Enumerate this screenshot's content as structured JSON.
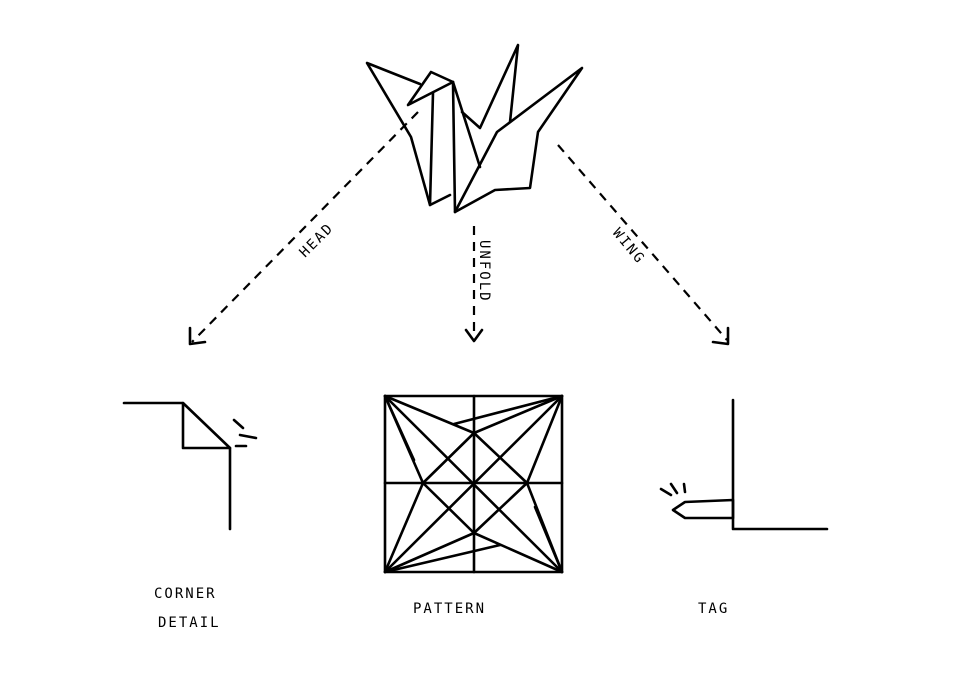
{
  "arrows": {
    "head": "HEAD",
    "unfold": "UNFOLD",
    "wing": "WING"
  },
  "captions": {
    "corner_line1": "CORNER",
    "corner_line2": "DETAIL",
    "pattern": "PATTERN",
    "tag": "TAG"
  },
  "colors": {
    "ink": "#000000",
    "background": "#ffffff"
  }
}
